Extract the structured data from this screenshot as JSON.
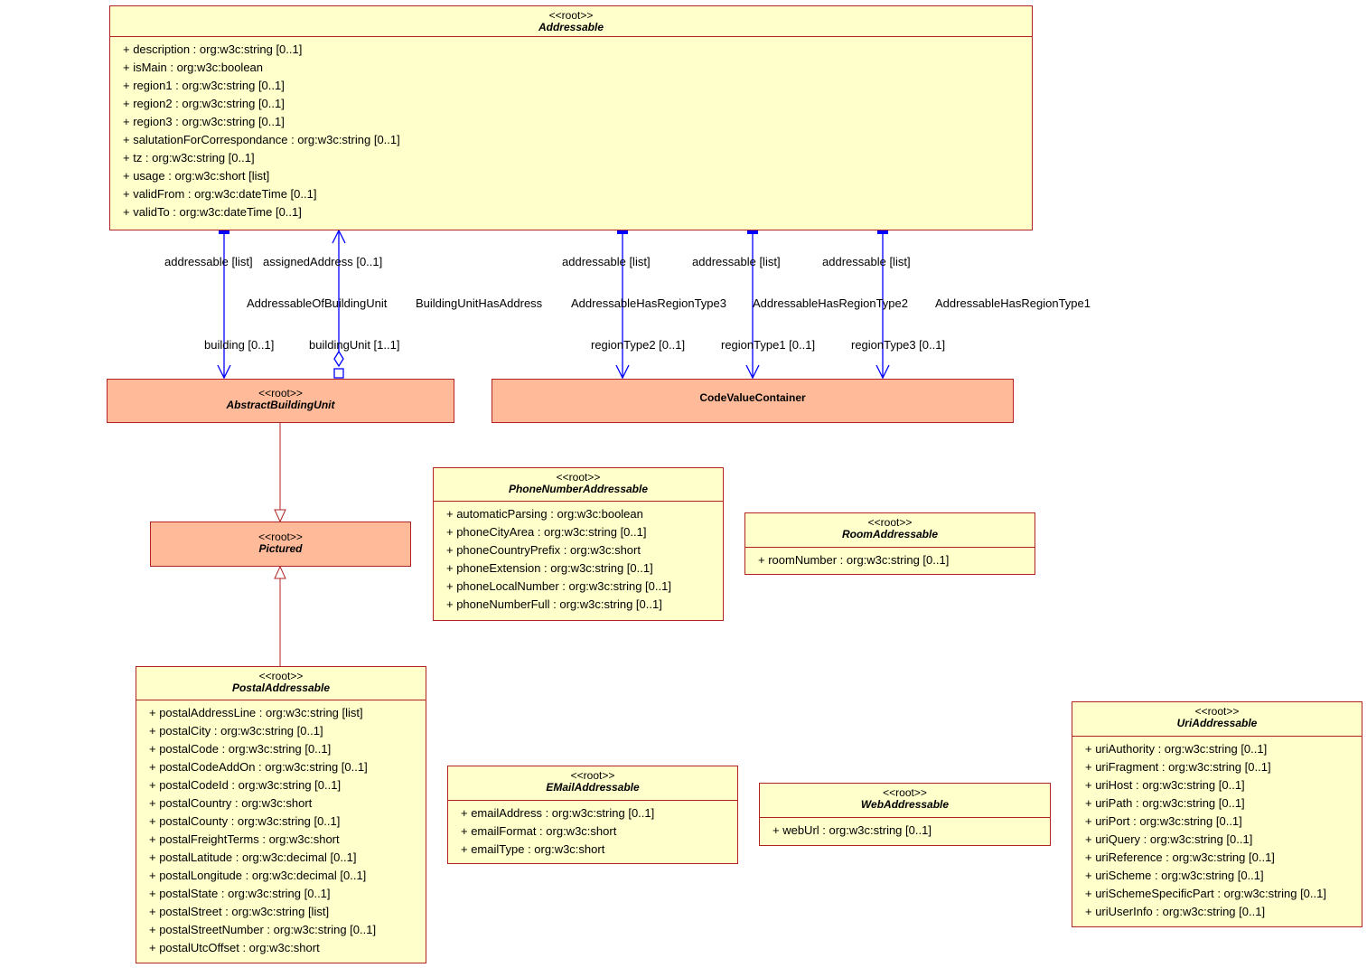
{
  "classes": {
    "addressable": {
      "stereotype": "<<root>>",
      "name": "Addressable",
      "attributes": [
        "+ description : org:w3c:string [0..1]",
        "+ isMain : org:w3c:boolean",
        "+ region1 : org:w3c:string [0..1]",
        "+ region2 : org:w3c:string [0..1]",
        "+ region3 : org:w3c:string [0..1]",
        "+ salutationForCorrespondance : org:w3c:string [0..1]",
        "+ tz : org:w3c:string [0..1]",
        "+ usage : org:w3c:short [list]",
        "+ validFrom : org:w3c:dateTime [0..1]",
        "+ validTo : org:w3c:dateTime [0..1]"
      ]
    },
    "abstract_building_unit": {
      "stereotype": "<<root>>",
      "name": "AbstractBuildingUnit"
    },
    "code_value_container": {
      "name": "CodeValueContainer"
    },
    "pictured": {
      "stereotype": "<<root>>",
      "name": "Pictured"
    },
    "phone_number_addressable": {
      "stereotype": "<<root>>",
      "name": "PhoneNumberAddressable",
      "attributes": [
        "+ automaticParsing : org:w3c:boolean",
        "+ phoneCityArea : org:w3c:string [0..1]",
        "+ phoneCountryPrefix : org:w3c:short",
        "+ phoneExtension : org:w3c:string [0..1]",
        "+ phoneLocalNumber : org:w3c:string [0..1]",
        "+ phoneNumberFull : org:w3c:string [0..1]"
      ]
    },
    "room_addressable": {
      "stereotype": "<<root>>",
      "name": "RoomAddressable",
      "attributes": [
        "+ roomNumber : org:w3c:string [0..1]"
      ]
    },
    "postal_addressable": {
      "stereotype": "<<root>>",
      "name": "PostalAddressable",
      "attributes": [
        "+ postalAddressLine : org:w3c:string [list]",
        "+ postalCity : org:w3c:string [0..1]",
        "+ postalCode : org:w3c:string [0..1]",
        "+ postalCodeAddOn : org:w3c:string [0..1]",
        "+ postalCodeId : org:w3c:string [0..1]",
        "+ postalCountry : org:w3c:short",
        "+ postalCounty : org:w3c:string [0..1]",
        "+ postalFreightTerms : org:w3c:short",
        "+ postalLatitude : org:w3c:decimal [0..1]",
        "+ postalLongitude : org:w3c:decimal [0..1]",
        "+ postalState : org:w3c:string [0..1]",
        "+ postalStreet : org:w3c:string [list]",
        "+ postalStreetNumber : org:w3c:string [0..1]",
        "+ postalUtcOffset : org:w3c:short"
      ]
    },
    "email_addressable": {
      "stereotype": "<<root>>",
      "name": "EMailAddressable",
      "attributes": [
        "+ emailAddress : org:w3c:string [0..1]",
        "+ emailFormat : org:w3c:short",
        "+ emailType : org:w3c:short"
      ]
    },
    "web_addressable": {
      "stereotype": "<<root>>",
      "name": "WebAddressable",
      "attributes": [
        "+ webUrl : org:w3c:string [0..1]"
      ]
    },
    "uri_addressable": {
      "stereotype": "<<root>>",
      "name": "UriAddressable",
      "attributes": [
        "+ uriAuthority : org:w3c:string [0..1]",
        "+ uriFragment : org:w3c:string [0..1]",
        "+ uriHost : org:w3c:string [0..1]",
        "+ uriPath : org:w3c:string [0..1]",
        "+ uriPort : org:w3c:string [0..1]",
        "+ uriQuery : org:w3c:string [0..1]",
        "+ uriReference : org:w3c:string [0..1]",
        "+ uriScheme : org:w3c:string [0..1]",
        "+ uriSchemeSpecificPart : org:w3c:string [0..1]",
        "+ uriUserInfo : org:w3c:string [0..1]"
      ]
    }
  },
  "associations": {
    "building": {
      "source_role": "addressable [list]",
      "target_role": "building [0..1]"
    },
    "building_unit": {
      "name": "AddressableOfBuildingUnit",
      "source_role": "assignedAddress [0..1]",
      "target_role": "buildingUnit [1..1]"
    },
    "building_unit_has_address": {
      "name": "BuildingUnitHasAddress"
    },
    "region_type3": {
      "name": "AddressableHasRegionType3",
      "source_role": "addressable [list]",
      "target_role": "regionType2 [0..1]"
    },
    "region_type2": {
      "name": "AddressableHasRegionType2",
      "source_role": "addressable [list]",
      "target_role": "regionType1 [0..1]"
    },
    "region_type1": {
      "name": "AddressableHasRegionType1",
      "source_role": "addressable [list]",
      "target_role": "regionType3 [0..1]"
    }
  },
  "colors": {
    "class_fill": "#ffffcc",
    "abstract_fill": "#ffbb99",
    "class_border": "#b22222",
    "association": "#0000ff"
  }
}
